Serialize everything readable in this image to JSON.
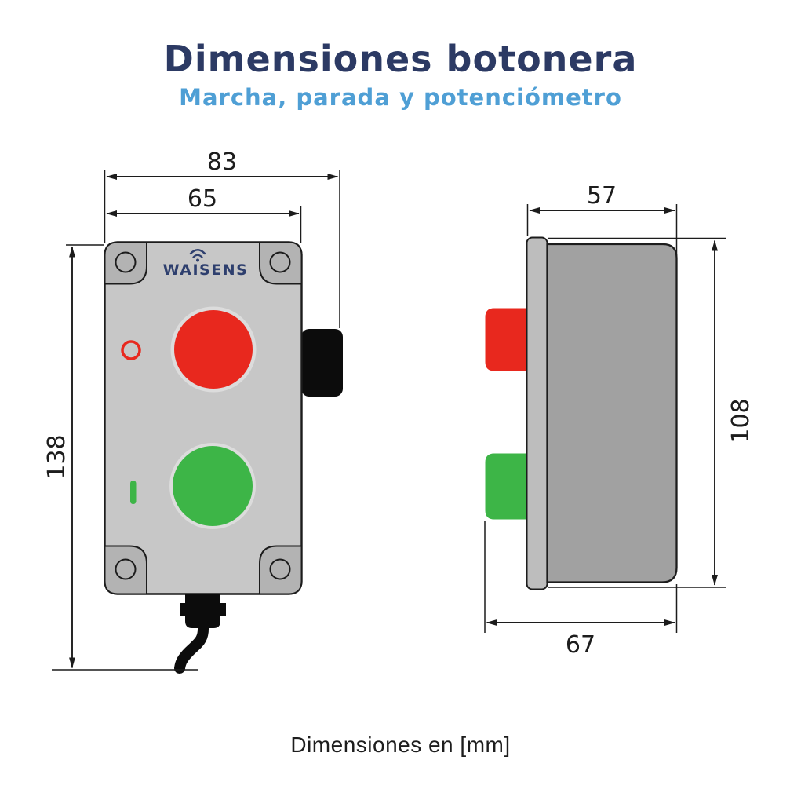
{
  "header": {
    "title": "Dimensiones botonera",
    "subtitle": "Marcha, parada y potenciómetro"
  },
  "brand": {
    "logo_text": "WAISENS"
  },
  "front_view": {
    "total_width_mm": "83",
    "body_width_mm": "65",
    "height_mm": "138"
  },
  "side_view": {
    "depth_mm": "57",
    "height_mm": "108",
    "total_depth_mm": "67"
  },
  "footer": {
    "note": "Dimensiones en [mm]"
  },
  "units": "mm",
  "icons": {
    "wifi": "wifi-signal-icon",
    "stop": "stop-indicator-o-icon",
    "run": "run-indicator-i-icon"
  },
  "colors": {
    "title-navy": "#2c3a64",
    "subtitle-blue": "#4f9fd5",
    "logo-navy": "#2e3f6e",
    "line": "#1c1c1c",
    "text": "#1d1d1d",
    "body-front": "#c7c7c7",
    "tab": "#b3b3b3",
    "body-side": "#a1a1a1",
    "flange": "#bdbdbd",
    "red": "#e8281e",
    "green": "#3db547",
    "bezel": "#dcdcdc",
    "black-part": "#0c0c0c",
    "bg": "#ffffff"
  }
}
